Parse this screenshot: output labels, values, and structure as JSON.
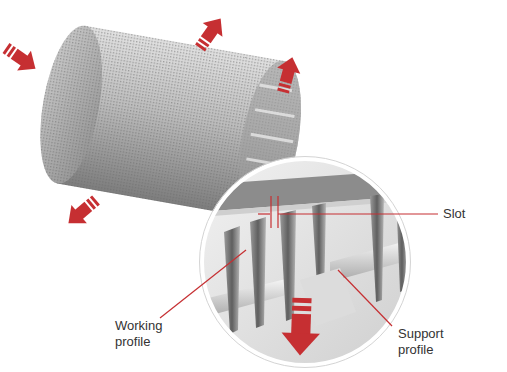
{
  "diagram": {
    "labels": [
      "Slot",
      "Working profile",
      "Support profile"
    ]
  }
}
